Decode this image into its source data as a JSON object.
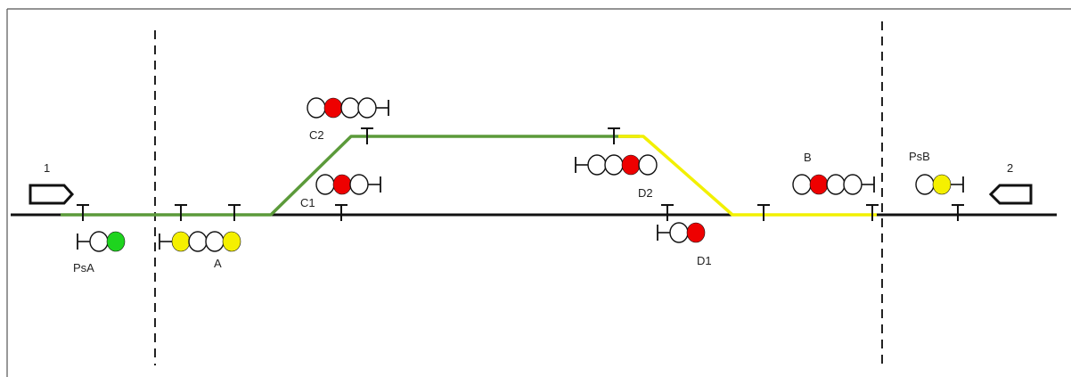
{
  "colors": {
    "track": "#111111",
    "route_green": "#5b9a3a",
    "route_yellow": "#f2f000",
    "lamp_off": "#ffffff",
    "lamp_red": "#ee0000",
    "lamp_yellow": "#f5f000",
    "lamp_green": "#1ed41e",
    "border": "#555555"
  },
  "track_labels": {
    "left": "1",
    "right": "2"
  },
  "signals": [
    {
      "name": "PsA",
      "lamps": [
        "off",
        "green"
      ]
    },
    {
      "name": "A",
      "lamps": [
        "yellow",
        "off",
        "off",
        "yellow"
      ]
    },
    {
      "name": "C1",
      "lamps": [
        "off",
        "red",
        "off"
      ]
    },
    {
      "name": "C2",
      "lamps": [
        "off",
        "red",
        "off",
        "off"
      ]
    },
    {
      "name": "D2",
      "lamps": [
        "off",
        "off",
        "red",
        "off"
      ]
    },
    {
      "name": "D1",
      "lamps": [
        "off",
        "red"
      ]
    },
    {
      "name": "B",
      "lamps": [
        "off",
        "red",
        "off",
        "off"
      ]
    },
    {
      "name": "PsB",
      "lamps": [
        "off",
        "yellow"
      ]
    }
  ]
}
